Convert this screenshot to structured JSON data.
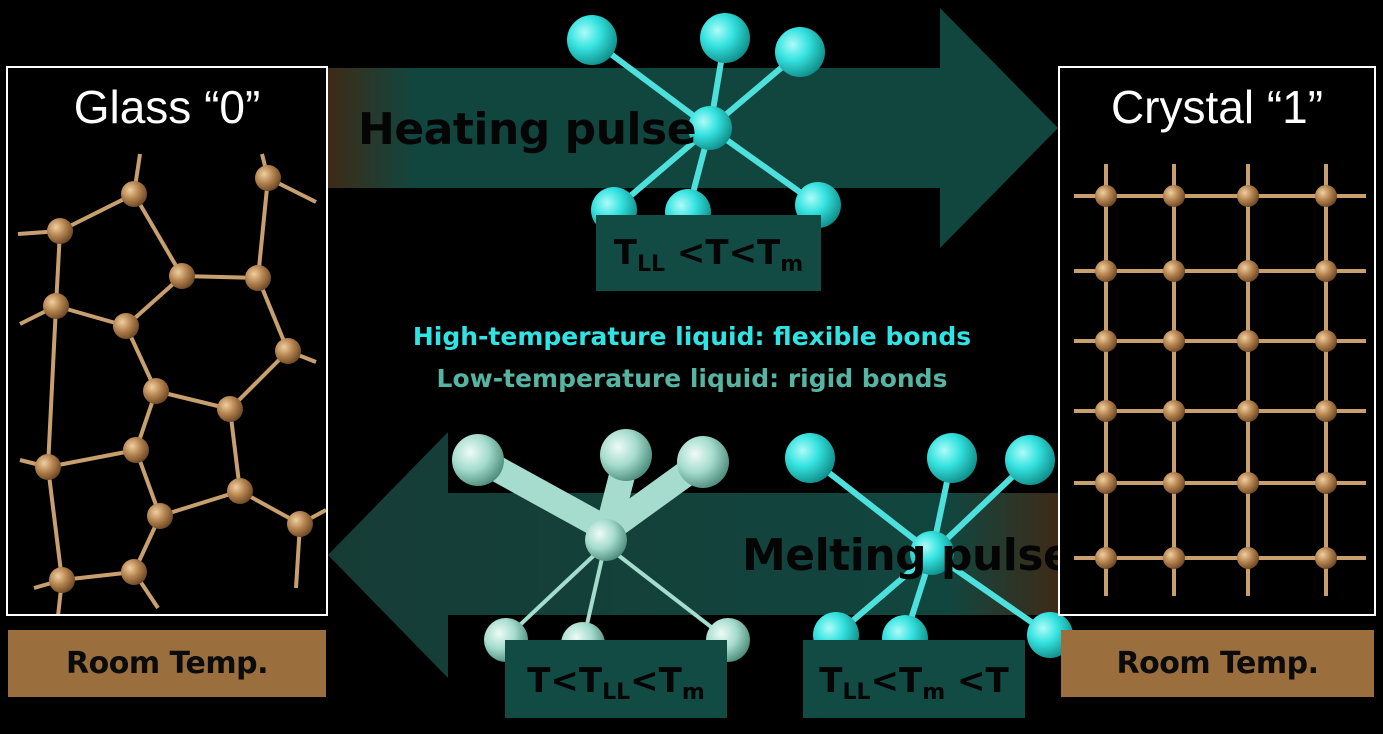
{
  "glass": {
    "title": "Glass “0”",
    "footer": "Room Temp."
  },
  "crystal": {
    "title": "Crystal “1”",
    "footer": "Room Temp."
  },
  "heating": {
    "label": "Heating pulse",
    "cond": {
      "s1": "T",
      "sub1": "LL",
      "s2": " <T<T",
      "sub2": "m",
      "s3": ""
    }
  },
  "melting": {
    "label": "Melting pulse",
    "cond": {
      "s1": "T",
      "sub1": "LL",
      "s2": "<T",
      "sub2": "m",
      "s3": " <T"
    }
  },
  "quench": {
    "cond": {
      "s1": "T<T",
      "sub1": "LL",
      "s2": "<T",
      "sub2": "m",
      "s3": ""
    }
  },
  "notes": {
    "high": "High-temperature liquid: flexible bonds",
    "low": "Low-temperature liquid: rigid bonds"
  },
  "colors": {
    "atom_bronze": "#b4834f",
    "atom_cyan": "#35e3e0",
    "atom_pale": "#a5dccd",
    "arrow_teal": "#114640",
    "brown": "#9a6e3d",
    "note_high": "#2ee4e4",
    "note_low": "#55b4a2"
  }
}
